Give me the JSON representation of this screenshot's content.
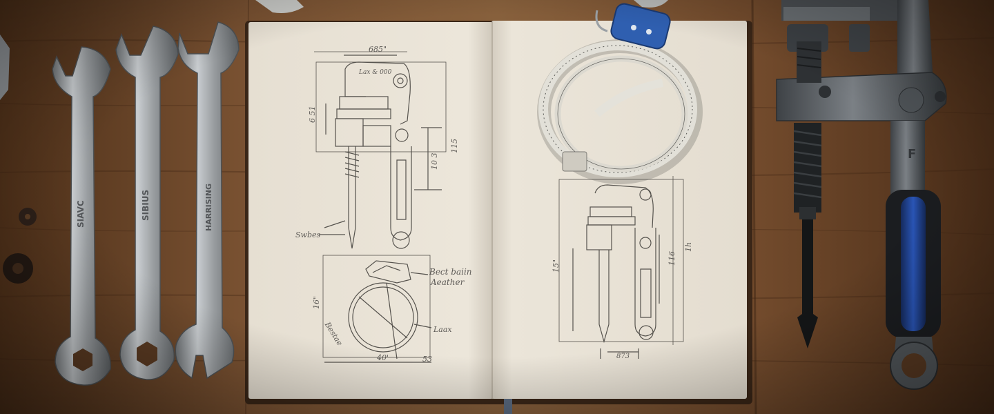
{
  "scene": {
    "description_colors": {
      "wood": "#7a5232",
      "paper": "#ece6da",
      "pencil": "#55524d",
      "steel": "#a9adb0",
      "tape_blue": "#2f5fb0",
      "grip_blue": "#2a56b8"
    }
  },
  "notebook": {
    "left_page": {
      "label_top": "685\"",
      "label_callout": "Lax & 000",
      "label_side_left": "6 51",
      "label_side_right_a": "115",
      "label_side_right_b": "10 3",
      "label_screws": "Swbes",
      "label_tape_a": "Bect baiin",
      "label_tape_b": "Aeather",
      "label_tape_side": "16\"",
      "label_tape_diag": "Bestae",
      "label_tape_note": "Laax",
      "label_bottom_a": "40'",
      "label_bottom_b": "53"
    },
    "right_page": {
      "label_left": "15\"",
      "label_right_a": "116",
      "label_right_b": "1h",
      "label_bottom": "873"
    }
  },
  "wrenches": {
    "stamp_1": "SIAVC",
    "stamp_2": "SIBIUS",
    "stamp_3": "HARRISING"
  },
  "clamp": {
    "stamp": "F"
  }
}
